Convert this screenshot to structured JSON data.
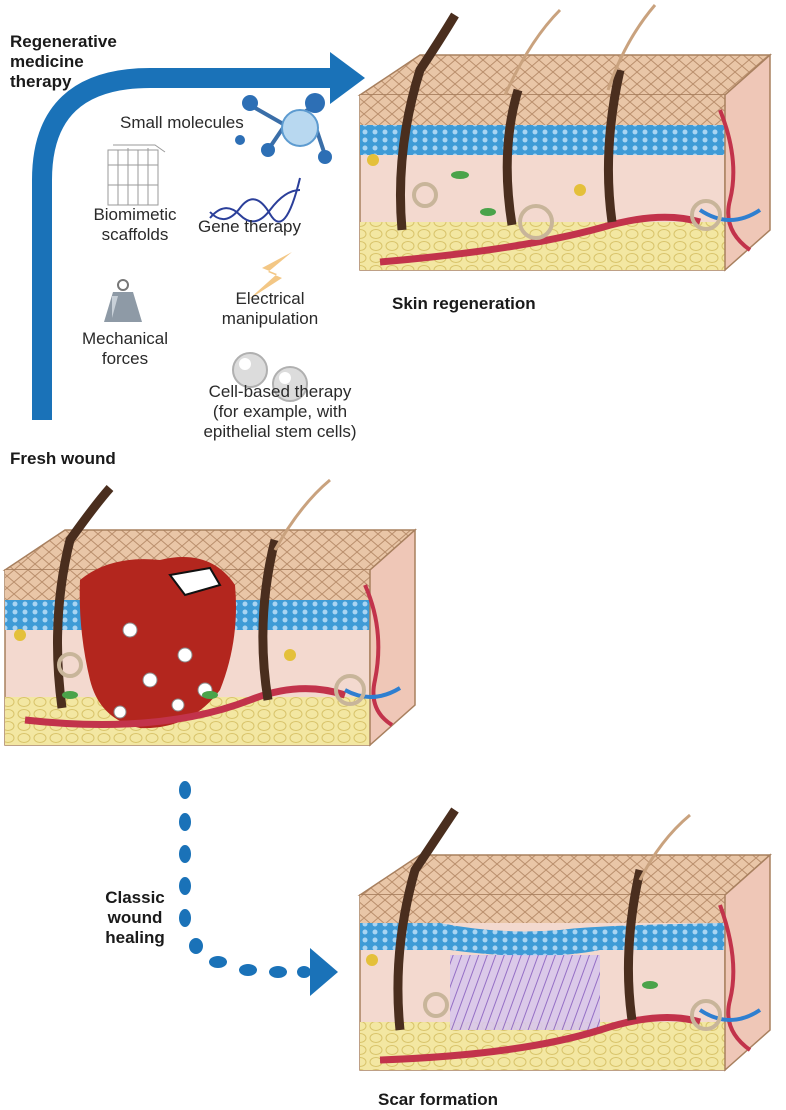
{
  "labels": {
    "regen_therapy": [
      "Regenerative",
      "medicine",
      "therapy"
    ],
    "small_molecules": "Small molecules",
    "biomimetic": [
      "Biomimetic",
      "scaffolds"
    ],
    "gene_therapy": "Gene therapy",
    "electrical": [
      "Electrical",
      "manipulation"
    ],
    "mechanical": [
      "Mechanical",
      "forces"
    ],
    "cell_based": [
      "Cell-based therapy",
      "(for example, with",
      "epithelial stem cells)"
    ],
    "fresh_wound": "Fresh wound",
    "skin_regeneration": "Skin regeneration",
    "classic_healing": [
      "Classic",
      "wound",
      "healing"
    ],
    "scar_formation": "Scar formation"
  },
  "colors": {
    "arrow_blue": "#1a72b8",
    "skin_surface": "#e9c6a7",
    "epidermis_blue": "#3f9bd6",
    "dermis": "#f3d9cf",
    "fat": "#f3e7a2",
    "wound_red": "#b3261e",
    "scar_purple": "#8a63c4",
    "vessel_red": "#c2334b",
    "vessel_blue": "#2f7fd0",
    "hair": "#4a2e1e"
  }
}
